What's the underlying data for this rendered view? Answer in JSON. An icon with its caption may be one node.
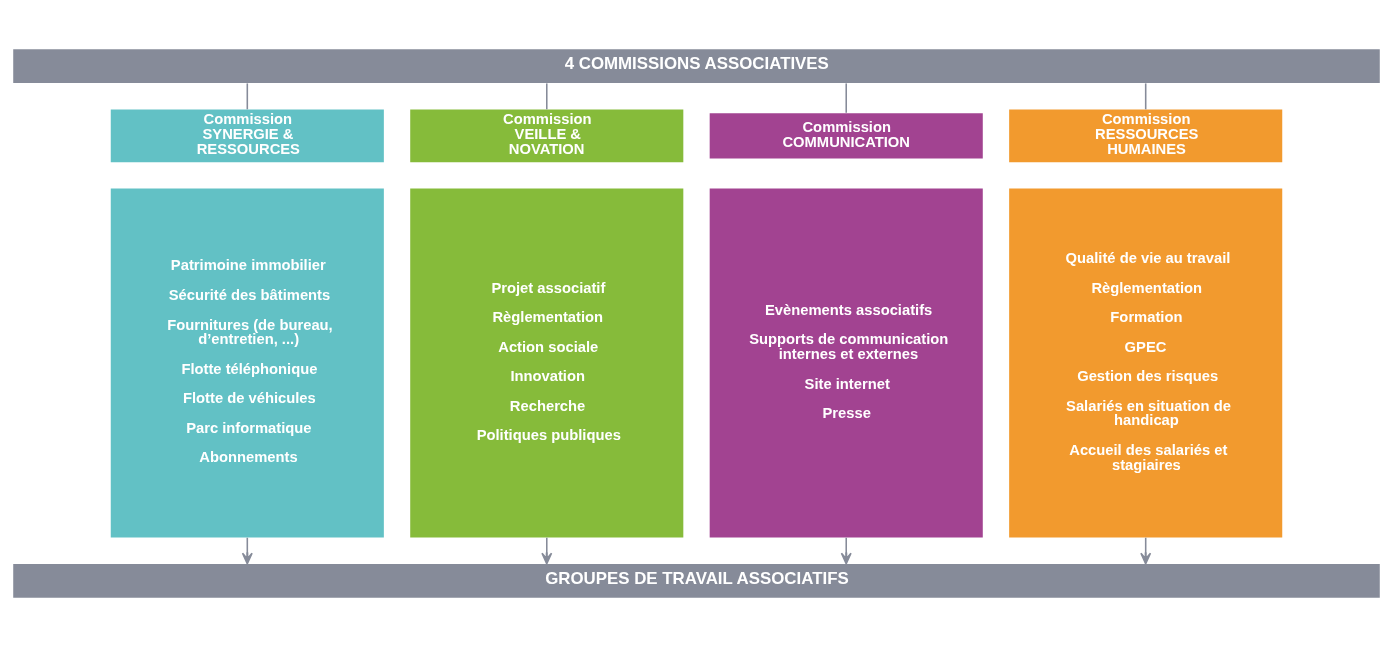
{
  "diagram": {
    "nodes": [
      {
        "text": [
          "4 COMMISSIONS ASSOCIATIVES"
        ]
      },
      {
        "text": [
          "Commission SYNERGIE & RESSOURCES"
        ]
      },
      {
        "text": [
          "Patrimoine immobilier",
          "Sécurité des bâtiments",
          "Fournitures (de bureau, d’entretien, ...)",
          "Flotte téléphonique",
          "Flotte de véhicules",
          "Parc informatique",
          "Abonnements"
        ]
      },
      {
        "text": [
          "Commission VEILLE & NOVATION"
        ]
      },
      {
        "text": [
          "Projet associatif",
          "Règlementation",
          "Action sociale",
          "Innovation",
          "Recherche",
          "Politiques publiques"
        ]
      },
      {
        "text": [
          "Commission COMMUNICATION"
        ]
      },
      {
        "text": [
          "Evènements associatifs",
          "Supports de communication internes et externes",
          "Site internet",
          "Presse"
        ]
      },
      {
        "text": [
          "Commission RESSOURCES HUMAINES"
        ]
      },
      {
        "text": [
          "Qualité de vie au travail",
          "Règlementation",
          "Formation",
          "GPEC",
          "Gestion des risques",
          "Salariés en situation de handicap",
          "Accueil des salariés et stagiaires"
        ]
      },
      {
        "text": [
          "GROUPES DE TRAVAIL ASSOCIATIFS"
        ]
      }
    ],
    "edges": [
      {
        "from": 0,
        "to": 1,
        "arrow": "none"
      },
      {
        "from": 0,
        "to": 3,
        "arrow": "none"
      },
      {
        "from": 0,
        "to": 5,
        "arrow": "none"
      },
      {
        "from": 0,
        "to": 7,
        "arrow": "none"
      },
      {
        "from": 2,
        "to": 9,
        "arrow": "to"
      },
      {
        "from": 4,
        "to": 9,
        "arrow": "to"
      },
      {
        "from": 6,
        "to": 9,
        "arrow": "to"
      },
      {
        "from": 8,
        "to": 9,
        "arrow": "to"
      }
    ]
  }
}
